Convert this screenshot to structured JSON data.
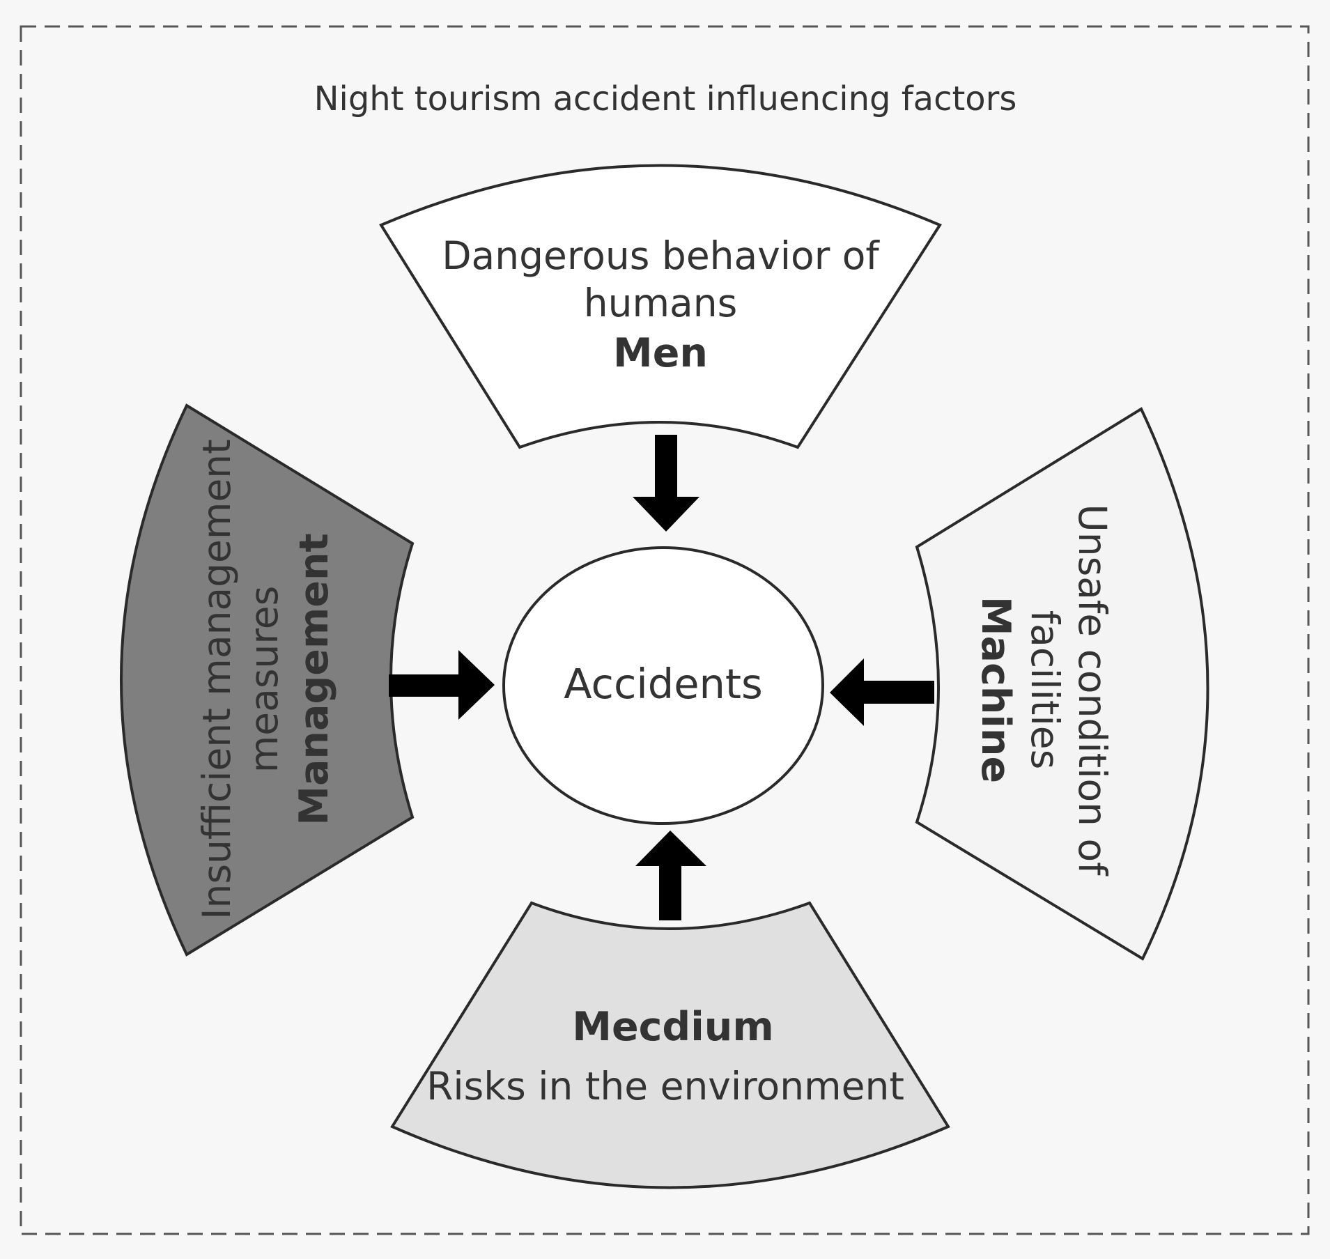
{
  "title": "Night tourism accident influencing factors",
  "center": {
    "label": "Accidents"
  },
  "factors": {
    "men": {
      "description_line1": "Dangerous behavior of",
      "description_line2": "humans",
      "key": "Men",
      "fill": "#ffffff"
    },
    "machine": {
      "description_line1": "Unsafe condition of",
      "description_line2": "facilities",
      "key": "Machine",
      "fill": "#f4f4f4"
    },
    "medium": {
      "key": "Mecdium",
      "description": "Risks in the environment",
      "fill": "#e0e0e0"
    },
    "management": {
      "description_line1": "Insufficient management",
      "description_line2": "measures",
      "key": "Management",
      "fill": "#7f7f7f"
    }
  },
  "colors": {
    "background": "#f7f7f7",
    "outline": "#2a2a2a",
    "text": "#333333",
    "arrow": "#000000"
  },
  "icons": {
    "arrow": "solid-block-arrow"
  }
}
